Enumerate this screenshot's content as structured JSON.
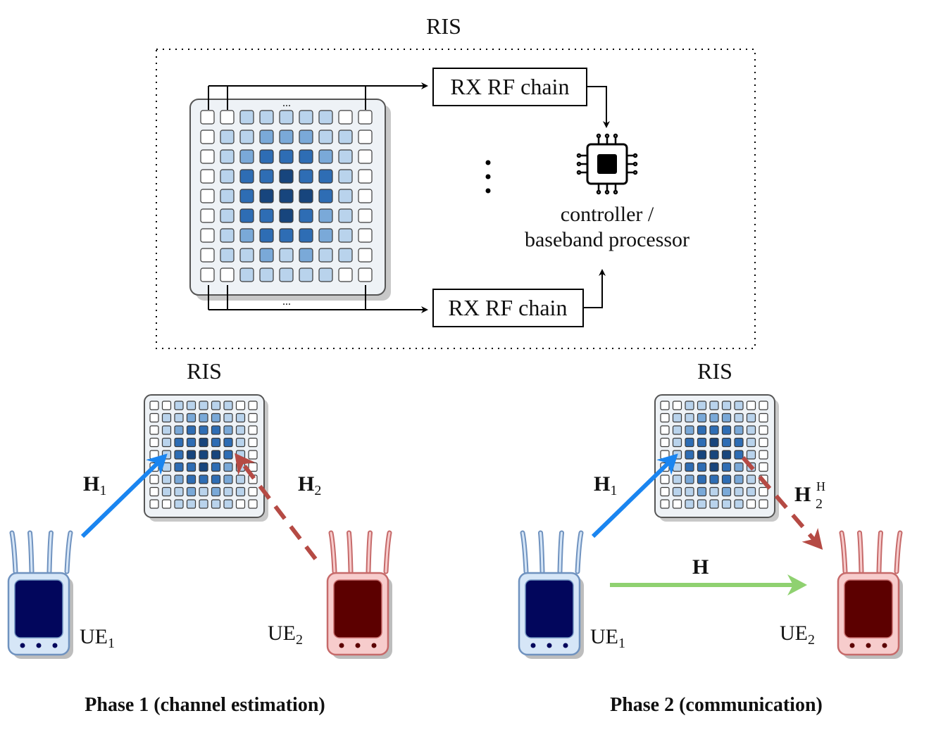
{
  "top": {
    "ris_title": "RIS",
    "rx_chain_top": "RX RF chain",
    "rx_chain_bottom": "RX RF chain",
    "ellipsis_top": "...",
    "ellipsis_bottom": "...",
    "controller_line1": "controller /",
    "controller_line2": "baseband processor"
  },
  "phase1": {
    "ris_label": "RIS",
    "h1": "H",
    "h1_sub": "1",
    "h2": "H",
    "h2_sub": "2",
    "ue1": "UE",
    "ue1_sub": "1",
    "ue2": "UE",
    "ue2_sub": "2",
    "caption": "Phase 1 (channel estimation)"
  },
  "phase2": {
    "ris_label": "RIS",
    "h1": "H",
    "h1_sub": "1",
    "h2": "H",
    "h2_sub": "2",
    "h2_sup": "H",
    "h": "H",
    "ue1": "UE",
    "ue1_sub": "1",
    "ue2": "UE",
    "ue2_sub": "2",
    "caption": "Phase 2 (communication)"
  },
  "colors": {
    "blue_arrow": "#1a85f0",
    "red_arrow": "#b54a44",
    "green_arrow": "#8fd170",
    "ue_blue_body": "#d6e6f7",
    "ue_blue_screen": "#02065c",
    "ue_red_body": "#f7cccc",
    "ue_red_screen": "#5c0000"
  }
}
